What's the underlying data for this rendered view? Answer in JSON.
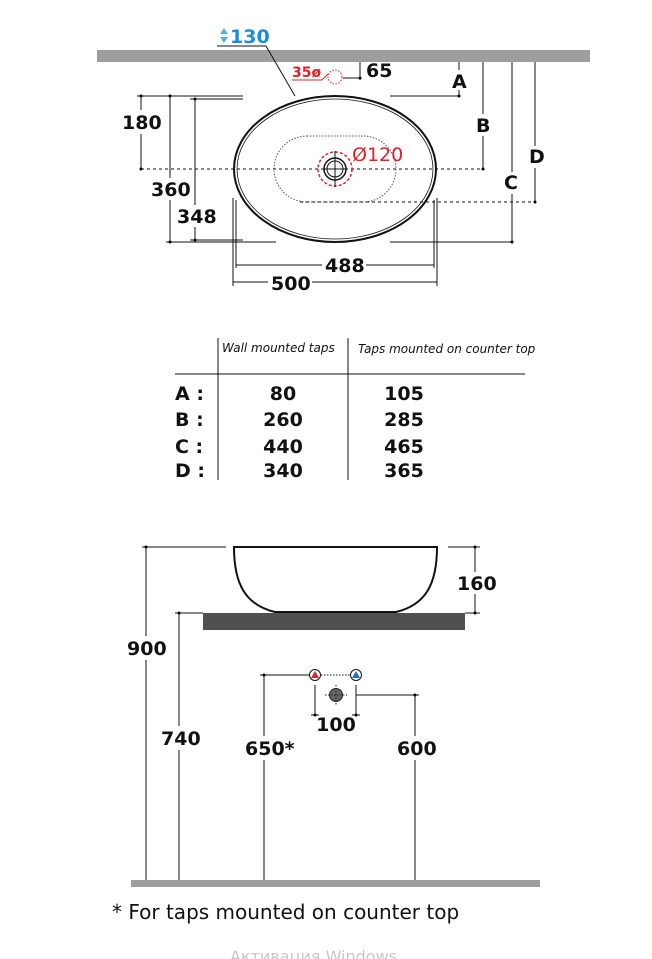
{
  "top_view": {
    "wall_height_label": "130",
    "tap_hole_label": "35ø",
    "tap_offset_label": "65",
    "drain_label": "Ø120",
    "dims": {
      "d180": "180",
      "d360": "360",
      "d348": "348",
      "d488": "488",
      "d500": "500"
    },
    "refs": {
      "a": "A",
      "b": "B",
      "c": "C",
      "d": "D"
    }
  },
  "table": {
    "headers": [
      "Wall mounted taps",
      "Taps mounted on counter top"
    ],
    "rows": [
      {
        "label": "A :",
        "wall": "80",
        "counter": "105"
      },
      {
        "label": "B :",
        "wall": "260",
        "counter": "285"
      },
      {
        "label": "C :",
        "wall": "440",
        "counter": "465"
      },
      {
        "label": "D :",
        "wall": "340",
        "counter": "365"
      }
    ]
  },
  "side_view": {
    "d900": "900",
    "d740": "740",
    "d160": "160",
    "d650": "650*",
    "d600": "600",
    "d100": "100"
  },
  "footnote": "* For taps mounted on counter top",
  "watermark": "Активация Windows",
  "colors": {
    "hot": "#e0202a",
    "cold": "#1c6fc0",
    "blue_label": "#1a8fd6",
    "red_label": "#e0202a",
    "wall": "#9e9e9e",
    "counter": "#505050"
  }
}
